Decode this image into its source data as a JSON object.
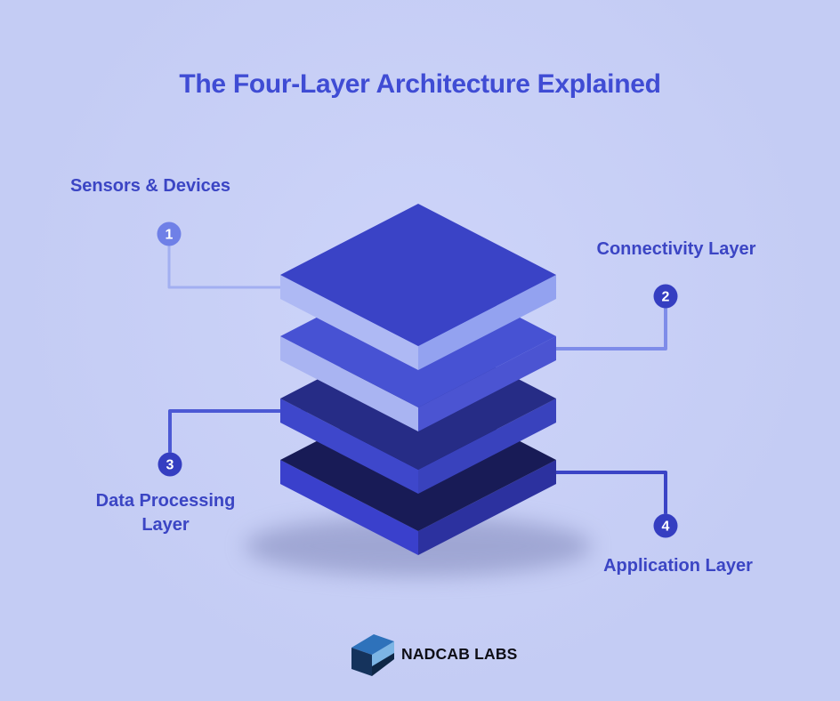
{
  "title": "The Four-Layer Architecture Explained",
  "layers": [
    {
      "num": "1",
      "label": "Sensors & Devices"
    },
    {
      "num": "2",
      "label": "Connectivity Layer"
    },
    {
      "num": "3",
      "label": "Data Processing Layer"
    },
    {
      "num": "4",
      "label": "Application Layer"
    }
  ],
  "logo": {
    "text": "NADCAB LABS"
  },
  "colors": {
    "bg": "#c4ccf4",
    "bg_center": "#cdd4f9",
    "title": "#3f4cd4",
    "label": "#3b45c4",
    "num_text": "#ffffff",
    "circle_1": "#6f80e7",
    "circle_other": "#353ec1",
    "line1": "#a2aff1",
    "line2": "#7e8ce9",
    "line3": "#4c59d4",
    "line4": "#3b44c6",
    "l1_top": "#3a43c6",
    "l1_left": "#aeb9f4",
    "l1_right": "#93a2f0",
    "l2_top": "#4752d3",
    "l2_left": "#a9b4f2",
    "l2_right": "#4b54d2",
    "l3_top": "#262c86",
    "l3_left": "#3e47cb",
    "l3_right": "#3942bd",
    "l4_top": "#181b56",
    "l4_left": "#3a40cc",
    "l4_right": "#2c319f",
    "logo_text": "#0e0e16",
    "logo_top": "#2e72bb",
    "logo_dark": "#15335c",
    "logo_darker": "#0e2746",
    "logo_light": "#7cb5e5"
  }
}
